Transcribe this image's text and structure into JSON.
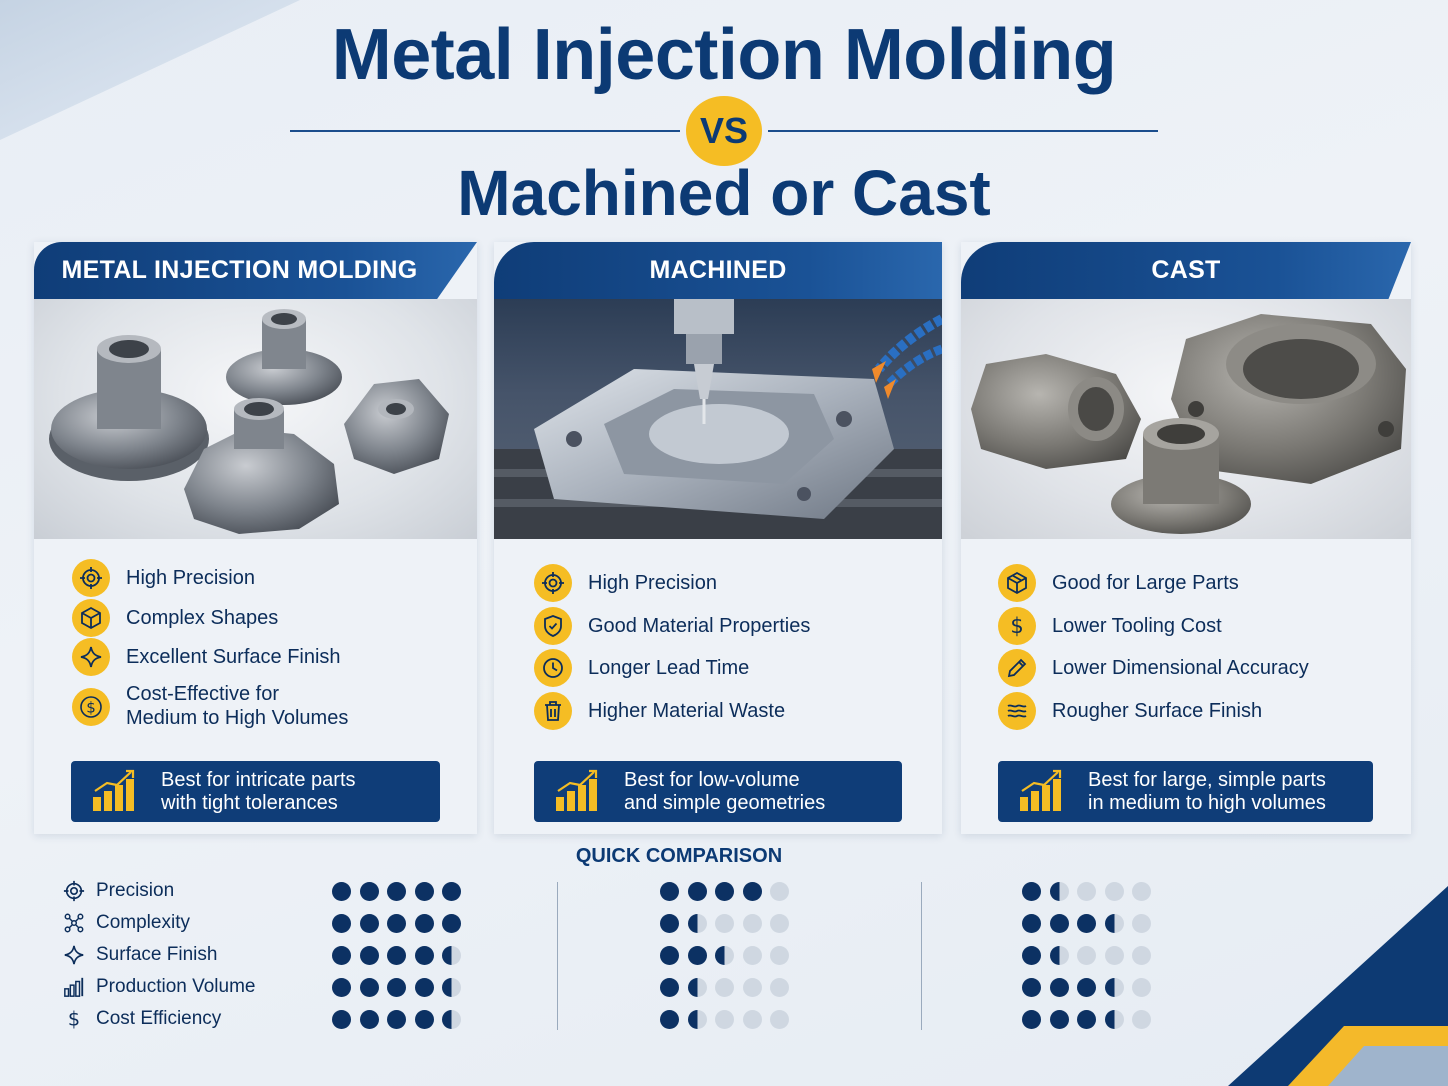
{
  "header": {
    "title": "Metal Injection Molding",
    "vs": "VS",
    "subtitle": "Machined or Cast"
  },
  "colors": {
    "navy": "#0c3a74",
    "accent_yellow": "#f5bd24",
    "header_blue": "#1a5296",
    "dot_empty": "#cfd7e1"
  },
  "cards": [
    {
      "title": "METAL INJECTION MOLDING",
      "features": [
        {
          "icon": "target-icon",
          "text": "High Precision"
        },
        {
          "icon": "cube-icon",
          "text": "Complex Shapes"
        },
        {
          "icon": "sparkle-icon",
          "text": "Excellent Surface Finish"
        },
        {
          "icon": "dollar-icon",
          "text": "Cost-Effective for",
          "text2": "Medium to High Volumes"
        }
      ],
      "best_line1": "Best for intricate parts",
      "best_line2": "with tight tolerances"
    },
    {
      "title": "MACHINED",
      "features": [
        {
          "icon": "target-icon",
          "text": "High Precision"
        },
        {
          "icon": "shield-icon",
          "text": "Good Material Properties"
        },
        {
          "icon": "clock-icon",
          "text": "Longer Lead Time"
        },
        {
          "icon": "trash-icon",
          "text": "Higher Material Waste"
        }
      ],
      "best_line1": "Best for low-volume",
      "best_line2": "and simple geometries"
    },
    {
      "title": "CAST",
      "features": [
        {
          "icon": "box-icon",
          "text": "Good for Large Parts"
        },
        {
          "icon": "dollar-icon",
          "text": "Lower Tooling Cost"
        },
        {
          "icon": "pencil-icon",
          "text": "Lower Dimensional Accuracy"
        },
        {
          "icon": "waves-icon",
          "text": "Rougher Surface Finish"
        }
      ],
      "best_line1": "Best for large, simple parts",
      "best_line2": "in medium to high volumes"
    }
  ],
  "quick_comparison": {
    "title": "QUICK COMPARISON",
    "criteria": [
      {
        "icon": "target-icon",
        "label": "Precision",
        "ratings": [
          5,
          4,
          1.5
        ]
      },
      {
        "icon": "network-icon",
        "label": "Complexity",
        "ratings": [
          5,
          1.5,
          3.5
        ]
      },
      {
        "icon": "sparkle-icon",
        "label": "Surface Finish",
        "ratings": [
          4.5,
          2.5,
          1.5
        ]
      },
      {
        "icon": "bar-chart-icon",
        "label": "Production Volume",
        "ratings": [
          4.5,
          1.5,
          3.5
        ]
      },
      {
        "icon": "dollar-icon",
        "label": "Cost Efficiency",
        "ratings": [
          4.5,
          1.5,
          3.5
        ]
      }
    ],
    "max_rating": 5
  }
}
